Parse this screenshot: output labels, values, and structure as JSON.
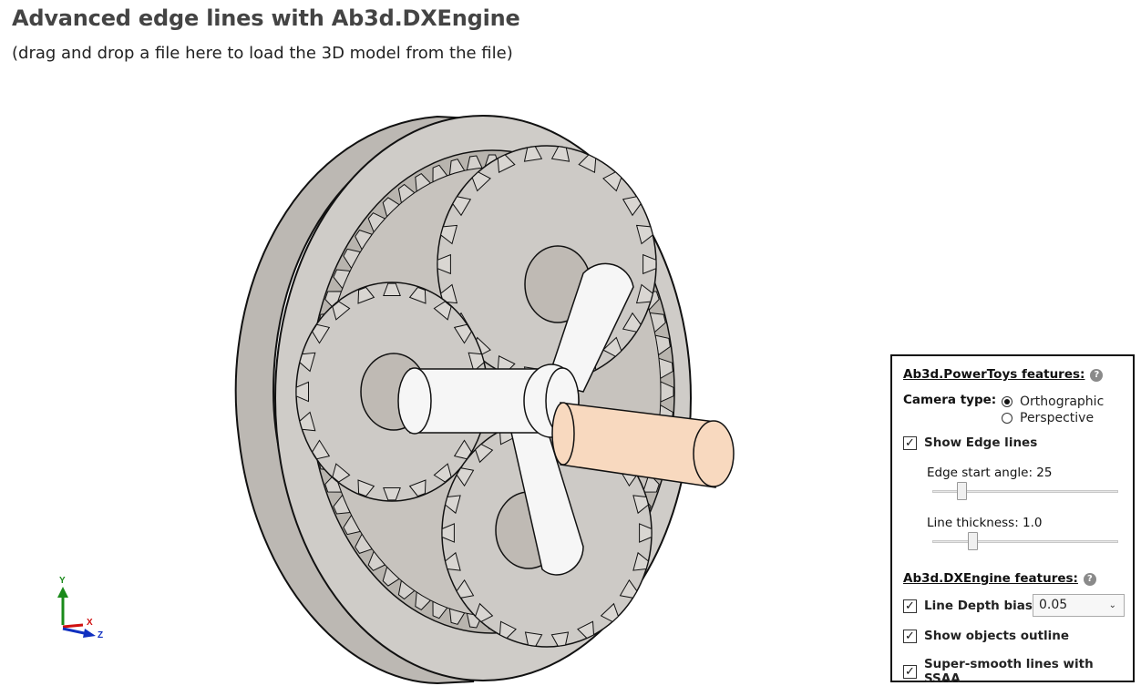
{
  "header": {
    "title": "Advanced edge lines with Ab3d.DXEngine",
    "subtitle": "(drag and drop a file here to load the 3D model from the file)"
  },
  "axis": {
    "x_label": "X",
    "y_label": "Y",
    "z_label": "Z"
  },
  "panel": {
    "powertoys_title": "Ab3d.PowerToys features:",
    "camera_label": "Camera type:",
    "camera_options": [
      "Orthographic",
      "Perspective"
    ],
    "camera_selected": "Orthographic",
    "show_edge_lines": {
      "label": "Show Edge lines",
      "checked": true
    },
    "edge_angle": {
      "label": "Edge start angle: 25",
      "value": 25,
      "min": 0,
      "max": 180
    },
    "line_thickness": {
      "label": "Line thickness: 1.0",
      "value": 1.0,
      "min": 0,
      "max": 5
    },
    "dxengine_title": "Ab3d.DXEngine features:",
    "depth_bias": {
      "label": "Line Depth bias:",
      "checked": true,
      "value": "0.05"
    },
    "show_outline": {
      "label": "Show objects outline",
      "checked": true
    },
    "ssaa": {
      "label": "Super-smooth lines with SSAA",
      "checked": true
    },
    "help_glyph": "?",
    "check_glyph": "✓"
  },
  "colors": {
    "gear": "#cdcac6",
    "gear_dark": "#a9a5a0",
    "shaft": "#f8d9bf",
    "carrier": "#f6f6f6",
    "axis_x": "#d01010",
    "axis_y": "#1a8a1a",
    "axis_z": "#1030c0"
  }
}
